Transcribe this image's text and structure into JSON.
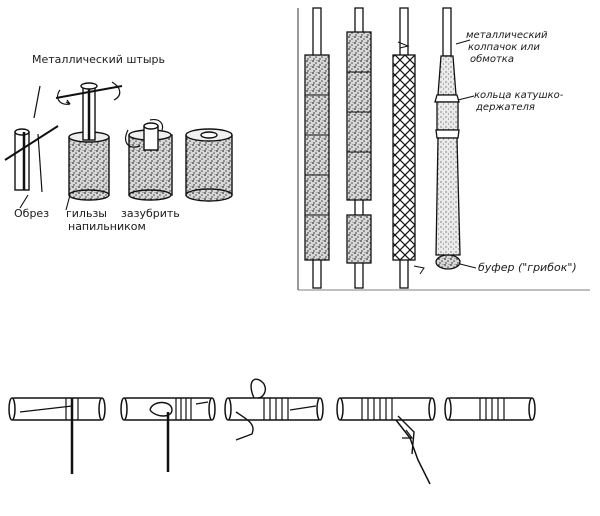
{
  "labels": {
    "metal_pin": "Металлический штырь",
    "sleeve_cut": "Обрез",
    "sleeve_word": "гильзы",
    "file_teeth": "зазубрить",
    "with_file": "напильником",
    "cap_line1": "металлический",
    "cap_line2": "колпачок или",
    "cap_line3": "обмотка",
    "rings_line1": "кольца катушко-",
    "rings_line2": "держателя",
    "buffer": "буфер (\"грибок\")"
  }
}
